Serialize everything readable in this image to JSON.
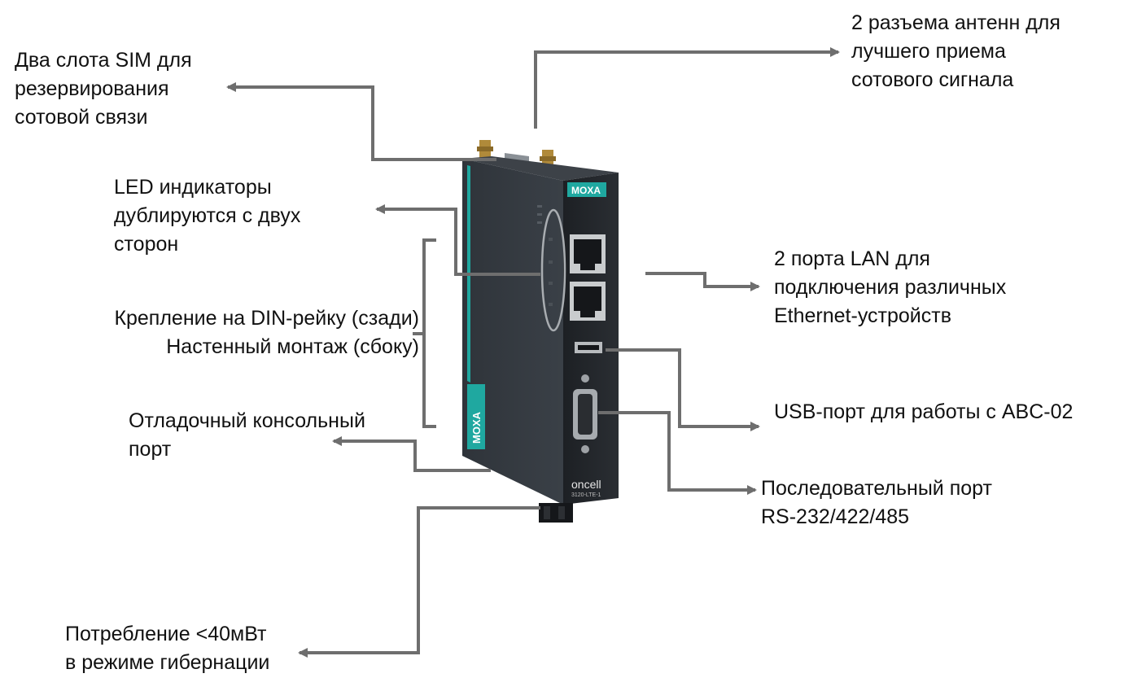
{
  "colors": {
    "connector": "#6e6e6e",
    "device_body": "#2b2f35",
    "device_front": "#1f2226",
    "brand_teal": "#1fa8a0"
  },
  "labels": {
    "sim_slots": "Два слота SIM для\nрезервирования\nсотовой связи",
    "antenna": "2 разъема антенн для\nлучшего приема\nсотового сигнала",
    "led": "LED индикаторы\nдублируются с двух\nсторон",
    "lan": "2 порта LAN для\nподключения различных\nEthernet-устройств",
    "mount": "Крепление на DIN-рейку (сзади)\nНастенный монтаж (сбоку)",
    "usb": "USB-порт для работы с ABC-02",
    "console": "Отладочный консольный\nпорт",
    "serial": "Последовательный порт\nRS-232/422/485",
    "power": "Потребление <40мВт\nв режиме гибернации"
  },
  "device": {
    "brand_top": "MOXA",
    "brand_side": "MOXA",
    "product_family": "oncell",
    "model": "3120-LTE-1"
  }
}
